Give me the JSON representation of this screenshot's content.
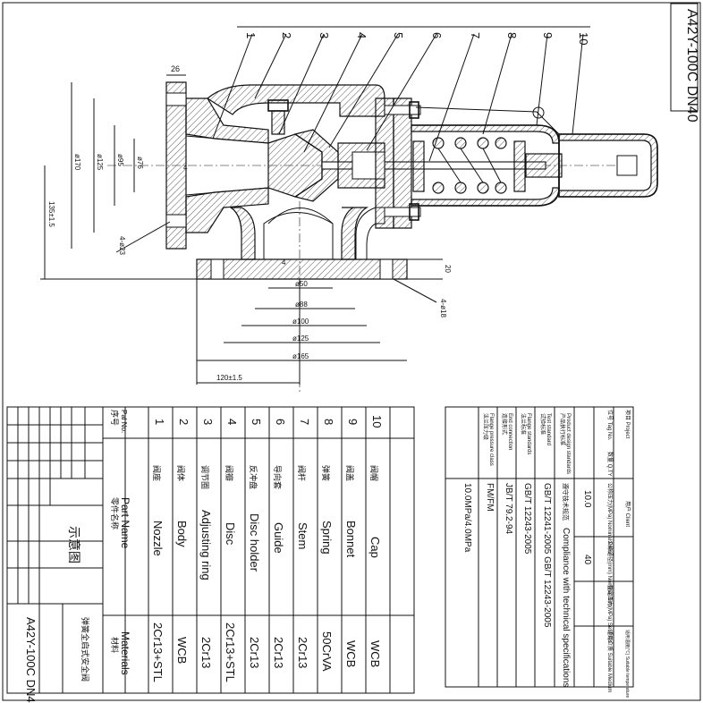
{
  "title_block": {
    "model": "A42Y-100C DN40",
    "model_bottom": "A42Y-100C DN40",
    "schematic": "示意图",
    "product_name_cn": "弹簧全启式安全阀"
  },
  "balloons": [
    "1",
    "2",
    "3",
    "4",
    "5",
    "6",
    "7",
    "8",
    "9",
    "10"
  ],
  "dimensions": {
    "flange_thk_in": "26",
    "dia_170": "ø170",
    "dia_125_in": "ø125",
    "dia_95": "ø95",
    "dia_76": "ø76",
    "inlet_4": "4",
    "height_135": "135±1.5",
    "bolts_in": "4-ø23",
    "outlet_4": "4",
    "flange_thk_out": "20",
    "bolts_out": "4-ø18",
    "d50": "ø50",
    "d88": "ø88",
    "d100": "ø100",
    "d125": "ø125",
    "d165": "ø165",
    "len_120": "120±1.5"
  },
  "parts_header": {
    "no_cn": "序号",
    "no_en": "Pal No.",
    "name_cn": "零件名称",
    "name_en": "Part Name",
    "mat_cn": "材料",
    "mat_en": "Materials"
  },
  "parts": [
    {
      "no": "10",
      "cn": "阀帽",
      "name": "Cap",
      "mat": "WCB"
    },
    {
      "no": "9",
      "cn": "阀盖",
      "name": "Bonnet",
      "mat": "WCB"
    },
    {
      "no": "8",
      "cn": "弹簧",
      "name": "Spring",
      "mat": "50CrVA"
    },
    {
      "no": "7",
      "cn": "阀杆",
      "name": "Stem",
      "mat": "2Cr13"
    },
    {
      "no": "6",
      "cn": "导向套",
      "name": "Guide",
      "mat": "2Cr13"
    },
    {
      "no": "5",
      "cn": "反冲盘",
      "name": "Disc holder",
      "mat": "2Cr13"
    },
    {
      "no": "4",
      "cn": "阀瓣",
      "name": "Disc",
      "mat": "2Cr13+STL"
    },
    {
      "no": "3",
      "cn": "调节圈",
      "name": "Adjusting ring",
      "mat": "2Cr13"
    },
    {
      "no": "2",
      "cn": "阀体",
      "name": "Body",
      "mat": "WCB"
    },
    {
      "no": "1",
      "cn": "阀座",
      "name": "Nozzle",
      "mat": "2Cr13+STL"
    }
  ],
  "spec_header": {
    "project_cn": "项目 Project",
    "tag_cn": "位号 Tag No.",
    "qty": "数量 Q.TY",
    "nominal_press": "公称压力(MPa) Nominal Pres.",
    "nominal_dia": "公称通径(mm) Nominal Dim.",
    "set_press": "整定压力(MPa) Set Pres.",
    "medium": "适用介质 Suitable Medium",
    "temp": "适用温度(℃) Suitable temperature",
    "client": "用户 Client"
  },
  "spec_values": {
    "nominal_press": "10.0",
    "nominal_dia": "40"
  },
  "specs": [
    {
      "label_cn": "产品执行标准",
      "label_en": "Product design standards",
      "value": "Compliance with technical specifications",
      "value_cn": "遵守技术规范"
    },
    {
      "label_cn": "试验标准",
      "label_en": "Test standard",
      "value": "GB/T 12241-2005  GB/T 12243-2005"
    },
    {
      "label_cn": "法兰标准",
      "label_en": "Flange standards",
      "value": "GB/T 12243-2005"
    },
    {
      "label_cn": "连接形式",
      "label_en": "End connection",
      "value": "JB/T 79.2-94"
    },
    {
      "label_cn": "法兰压力级",
      "label_en": "Flange pressure class",
      "value": "FM/FM"
    },
    {
      "label_cn": "",
      "label_en": "",
      "value": "10.0MPa/4.0MPa"
    }
  ]
}
